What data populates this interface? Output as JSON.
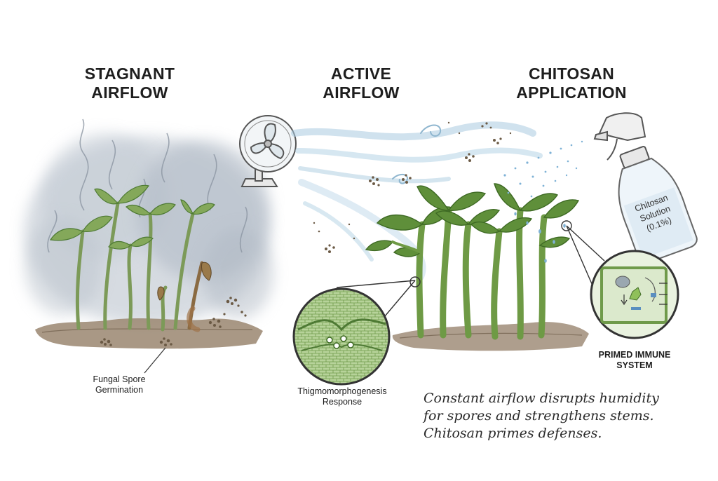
{
  "panels": [
    {
      "title_line1": "STAGNANT",
      "title_line2": "AIRFLOW"
    },
    {
      "title_line1": "ACTIVE",
      "title_line2": "AIRFLOW"
    },
    {
      "title_line1": "CHITOSAN",
      "title_line2": "APPLICATION"
    }
  ],
  "labels": {
    "fungal_line1": "Fungal Spore",
    "fungal_line2": "Germination",
    "thigmo_line1": "Thigmomorphogenesis",
    "thigmo_line2": "Response",
    "immune_line1": "PRIMED IMMUNE",
    "immune_line2": "SYSTEM"
  },
  "bottle": {
    "line1": "Chitosan",
    "line2": "Solution",
    "line3": "(0.1%)"
  },
  "note": {
    "line1": "Constant airflow disrupts humidity",
    "line2": "for spores and strengthens stems.",
    "line3": "Chitosan primes defenses."
  },
  "colors": {
    "leaf": "#6f9a4a",
    "leaf_dark": "#4e7a34",
    "stem": "#7c9a58",
    "soil": "#8a7560",
    "mist": "#a9b3bf",
    "airflow": "#a9cbe0",
    "spore": "#6b5a45",
    "water": "#7fb2d6"
  },
  "icons": [
    "desk-fan-icon",
    "spray-bottle-icon",
    "cell-icon"
  ]
}
